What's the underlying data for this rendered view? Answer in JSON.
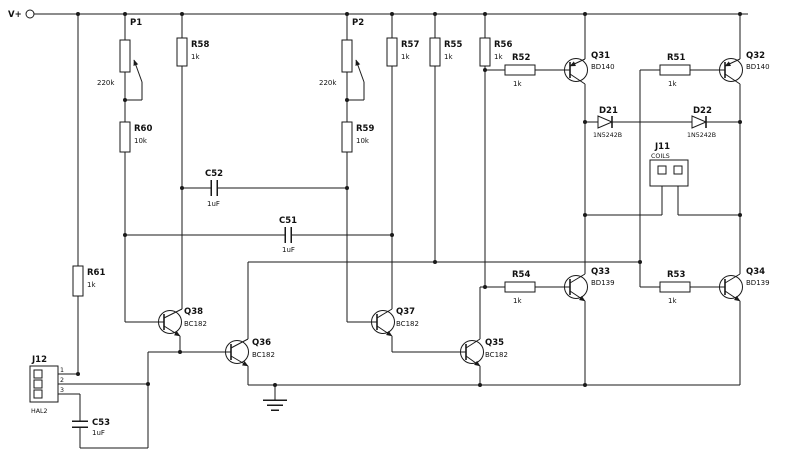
{
  "schematic": {
    "power_label": "V+",
    "components": {
      "P1": {
        "ref": "P1",
        "value": "220k"
      },
      "P2": {
        "ref": "P2",
        "value": "220k"
      },
      "R51": {
        "ref": "R51",
        "value": "1k"
      },
      "R52": {
        "ref": "R52",
        "value": "1k"
      },
      "R53": {
        "ref": "R53",
        "value": "1k"
      },
      "R54": {
        "ref": "R54",
        "value": "1k"
      },
      "R55": {
        "ref": "R55",
        "value": "1k"
      },
      "R56": {
        "ref": "R56",
        "value": "1k"
      },
      "R57": {
        "ref": "R57",
        "value": "1k"
      },
      "R58": {
        "ref": "R58",
        "value": "1k"
      },
      "R59": {
        "ref": "R59",
        "value": "10k"
      },
      "R60": {
        "ref": "R60",
        "value": "10k"
      },
      "R61": {
        "ref": "R61",
        "value": "1k"
      },
      "C51": {
        "ref": "C51",
        "value": "1uF"
      },
      "C52": {
        "ref": "C52",
        "value": "1uF"
      },
      "C53": {
        "ref": "C53",
        "value": "1uF"
      },
      "D21": {
        "ref": "D21",
        "value": "1N5242B"
      },
      "D22": {
        "ref": "D22",
        "value": "1N5242B"
      },
      "Q31": {
        "ref": "Q31",
        "value": "BD140"
      },
      "Q32": {
        "ref": "Q32",
        "value": "BD140"
      },
      "Q33": {
        "ref": "Q33",
        "value": "BD139"
      },
      "Q34": {
        "ref": "Q34",
        "value": "BD139"
      },
      "Q35": {
        "ref": "Q35",
        "value": "BC182"
      },
      "Q36": {
        "ref": "Q36",
        "value": "BC182"
      },
      "Q37": {
        "ref": "Q37",
        "value": "BC182"
      },
      "Q38": {
        "ref": "Q38",
        "value": "BC182"
      },
      "J11": {
        "ref": "J11",
        "value": "COILS"
      },
      "J12": {
        "ref": "J12",
        "value": "HAL2",
        "pins": [
          "1",
          "2",
          "3"
        ]
      }
    }
  }
}
